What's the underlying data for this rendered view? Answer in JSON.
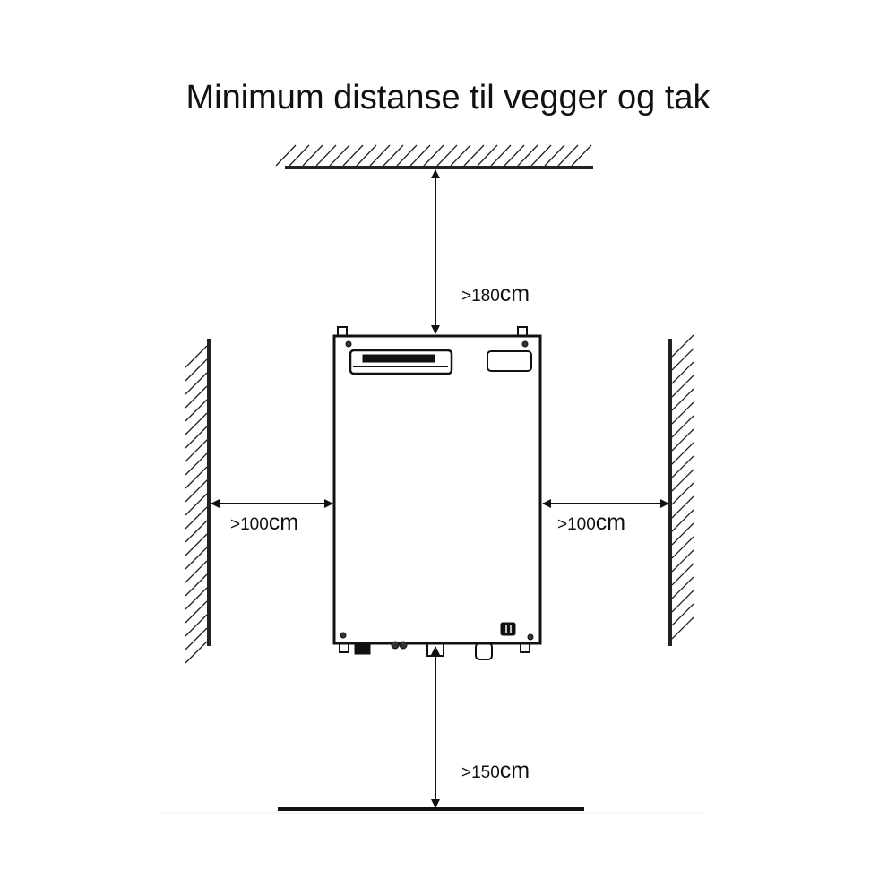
{
  "title": "Minimum distanse til vegger og tak",
  "labels": {
    "top": {
      "value": ">180",
      "unit": "cm"
    },
    "left": {
      "value": ">100",
      "unit": "cm"
    },
    "right": {
      "value": ">100",
      "unit": "cm"
    },
    "bottom": {
      "value": ">150",
      "unit": "cm"
    }
  }
}
